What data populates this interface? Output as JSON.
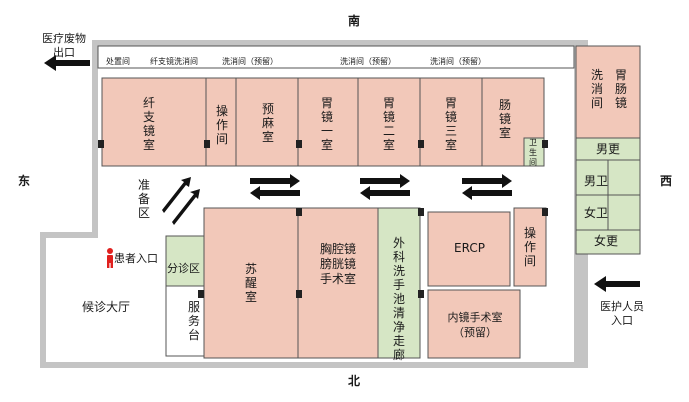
{
  "compass": {
    "north": "北",
    "south": "南",
    "east": "东",
    "west": "西"
  },
  "colors": {
    "room_pink": "#f2c8b9",
    "room_green": "#d6e6c5",
    "corridor": "#ffffff",
    "wall": "#333333",
    "outside": "#bdbdbd",
    "arrow": "#111111",
    "person_icon": "#e0201e"
  },
  "icons": {
    "person": "person-icon",
    "exit_arrow": "exit-arrow-icon",
    "entry_arrow": "entry-arrow-icon",
    "flow_arrow": "flow-arrow-icon"
  },
  "exits": {
    "medical_waste": "医疗废物\n出口",
    "patient_entrance": "患者入口",
    "staff_entrance": "医护人员\n入口"
  },
  "rooms": {
    "disposal": "处置间",
    "scope_wash": "纤支镜洗消间",
    "wash_reserve_1": "洗消间（预留）",
    "wash_reserve_2": "洗消间（预留）",
    "wash_reserve_3": "洗消间（预留）",
    "bronchoscope": "纤支镜室",
    "operation_1": "操作间",
    "anesthesia": "预麻室",
    "gastro_1": "胃镜一室",
    "gastro_2": "胃镜二室",
    "gastro_3": "胃镜三室",
    "colonoscopy": "肠镜室",
    "wash_gastro_colon": "洗消间",
    "gastro_colon_label": "胃肠镜",
    "toilet": "卫生间",
    "male_changing": "男更",
    "male_toilet": "男卫",
    "female_toilet": "女卫",
    "female_changing": "女更",
    "preparation": "准备区",
    "triage": "分诊区",
    "service_desk": "服务台",
    "waiting_hall": "候诊大厅",
    "recovery": "苏醒室",
    "thoraco": "胸腔镜膀胱镜手术室",
    "surgical_corridor": "外科洗手池清净走廊",
    "ercp": "ERCP",
    "operation_2": "操作间",
    "endo_surgery": "内镜手术室（预留）"
  }
}
